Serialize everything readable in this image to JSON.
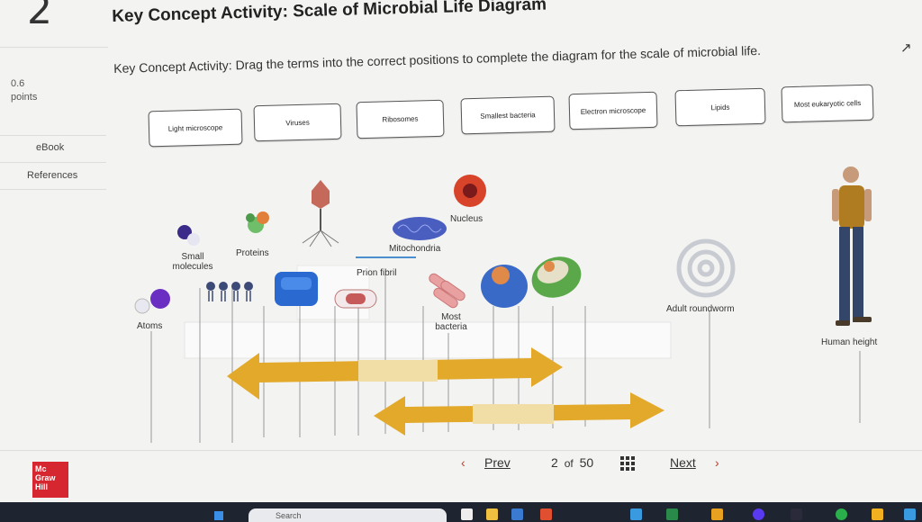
{
  "question": {
    "number": "2",
    "title": "Key Concept Activity: Scale of Microbial Life Diagram",
    "points_value": "0.6",
    "points_label": "points",
    "instruction": "Key Concept Activity: Drag the terms into the correct positions to complete the diagram for the scale of microbial life."
  },
  "sidebar": {
    "ebook": "eBook",
    "references": "References"
  },
  "terms": [
    "Light microscope",
    "Viruses",
    "Ribosomes",
    "Smallest bacteria",
    "Electron microscope",
    "Lipids",
    "Most eukaryotic cells"
  ],
  "diagram_labels": {
    "nucleus": "Nucleus",
    "mitochondria": "Mitochondria",
    "small_molecules": "Small molecules",
    "proteins": "Proteins",
    "prion_fibril": "Prion fibril",
    "atoms": "Atoms",
    "most_bacteria": "Most bacteria",
    "adult_roundworm": "Adult roundworm",
    "human_height": "Human height"
  },
  "footer": {
    "logo": "Mc Graw Hill",
    "prev": "Prev",
    "page_current": "2",
    "page_of": "of",
    "page_total": "50",
    "next": "Next"
  },
  "taskbar": {
    "search": "Search"
  },
  "colors": {
    "arrow": "#e3a92a",
    "arrow_light": "#f0dea6",
    "logo": "#d6262f"
  }
}
